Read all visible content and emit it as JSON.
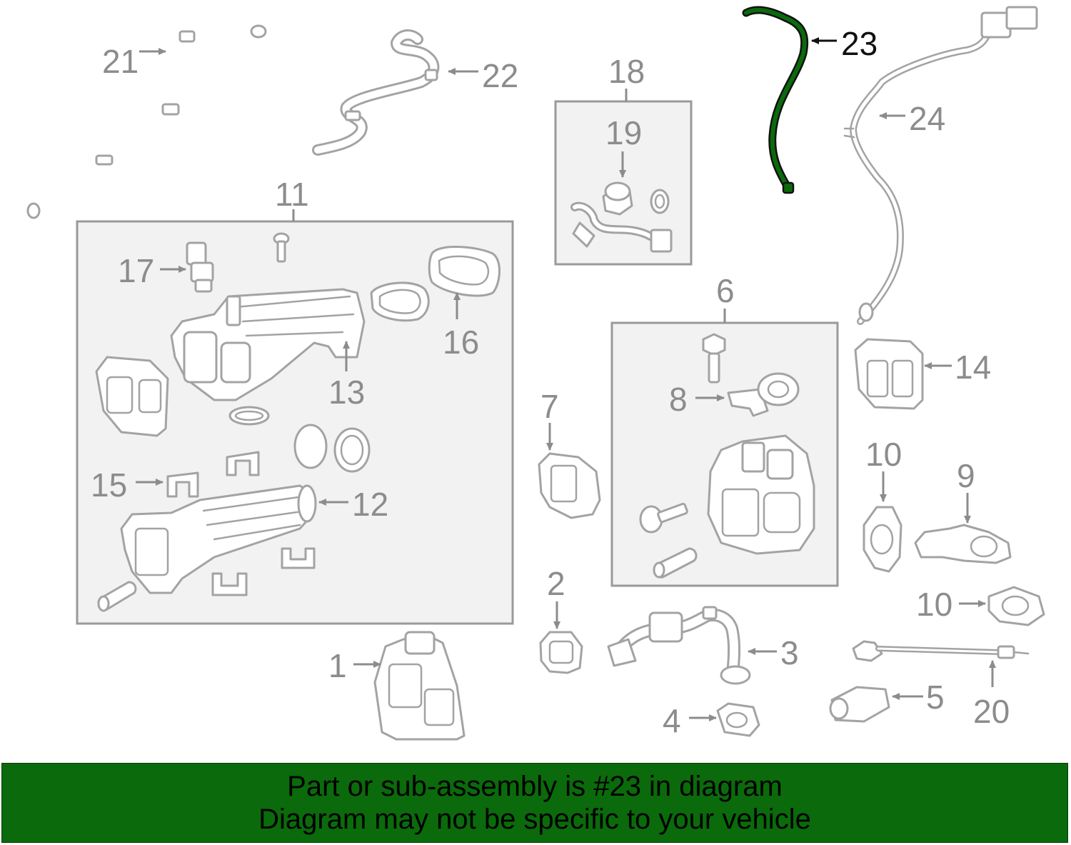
{
  "highlight_color": "#0b6a0b",
  "highlighted_part": "23",
  "callouts": {
    "c1": "1",
    "c2": "2",
    "c3": "3",
    "c4": "4",
    "c5": "5",
    "c6": "6",
    "c7": "7",
    "c8": "8",
    "c9": "9",
    "c10a": "10",
    "c10b": "10",
    "c11": "11",
    "c12": "12",
    "c13": "13",
    "c14": "14",
    "c15": "15",
    "c16": "16",
    "c17": "17",
    "c18": "18",
    "c19": "19",
    "c20": "20",
    "c21": "21",
    "c22": "22",
    "c23": "23",
    "c24": "24"
  },
  "banner": {
    "line1": "Part or sub-assembly is #23 in diagram",
    "line2": "Diagram may not be specific to your vehicle"
  }
}
